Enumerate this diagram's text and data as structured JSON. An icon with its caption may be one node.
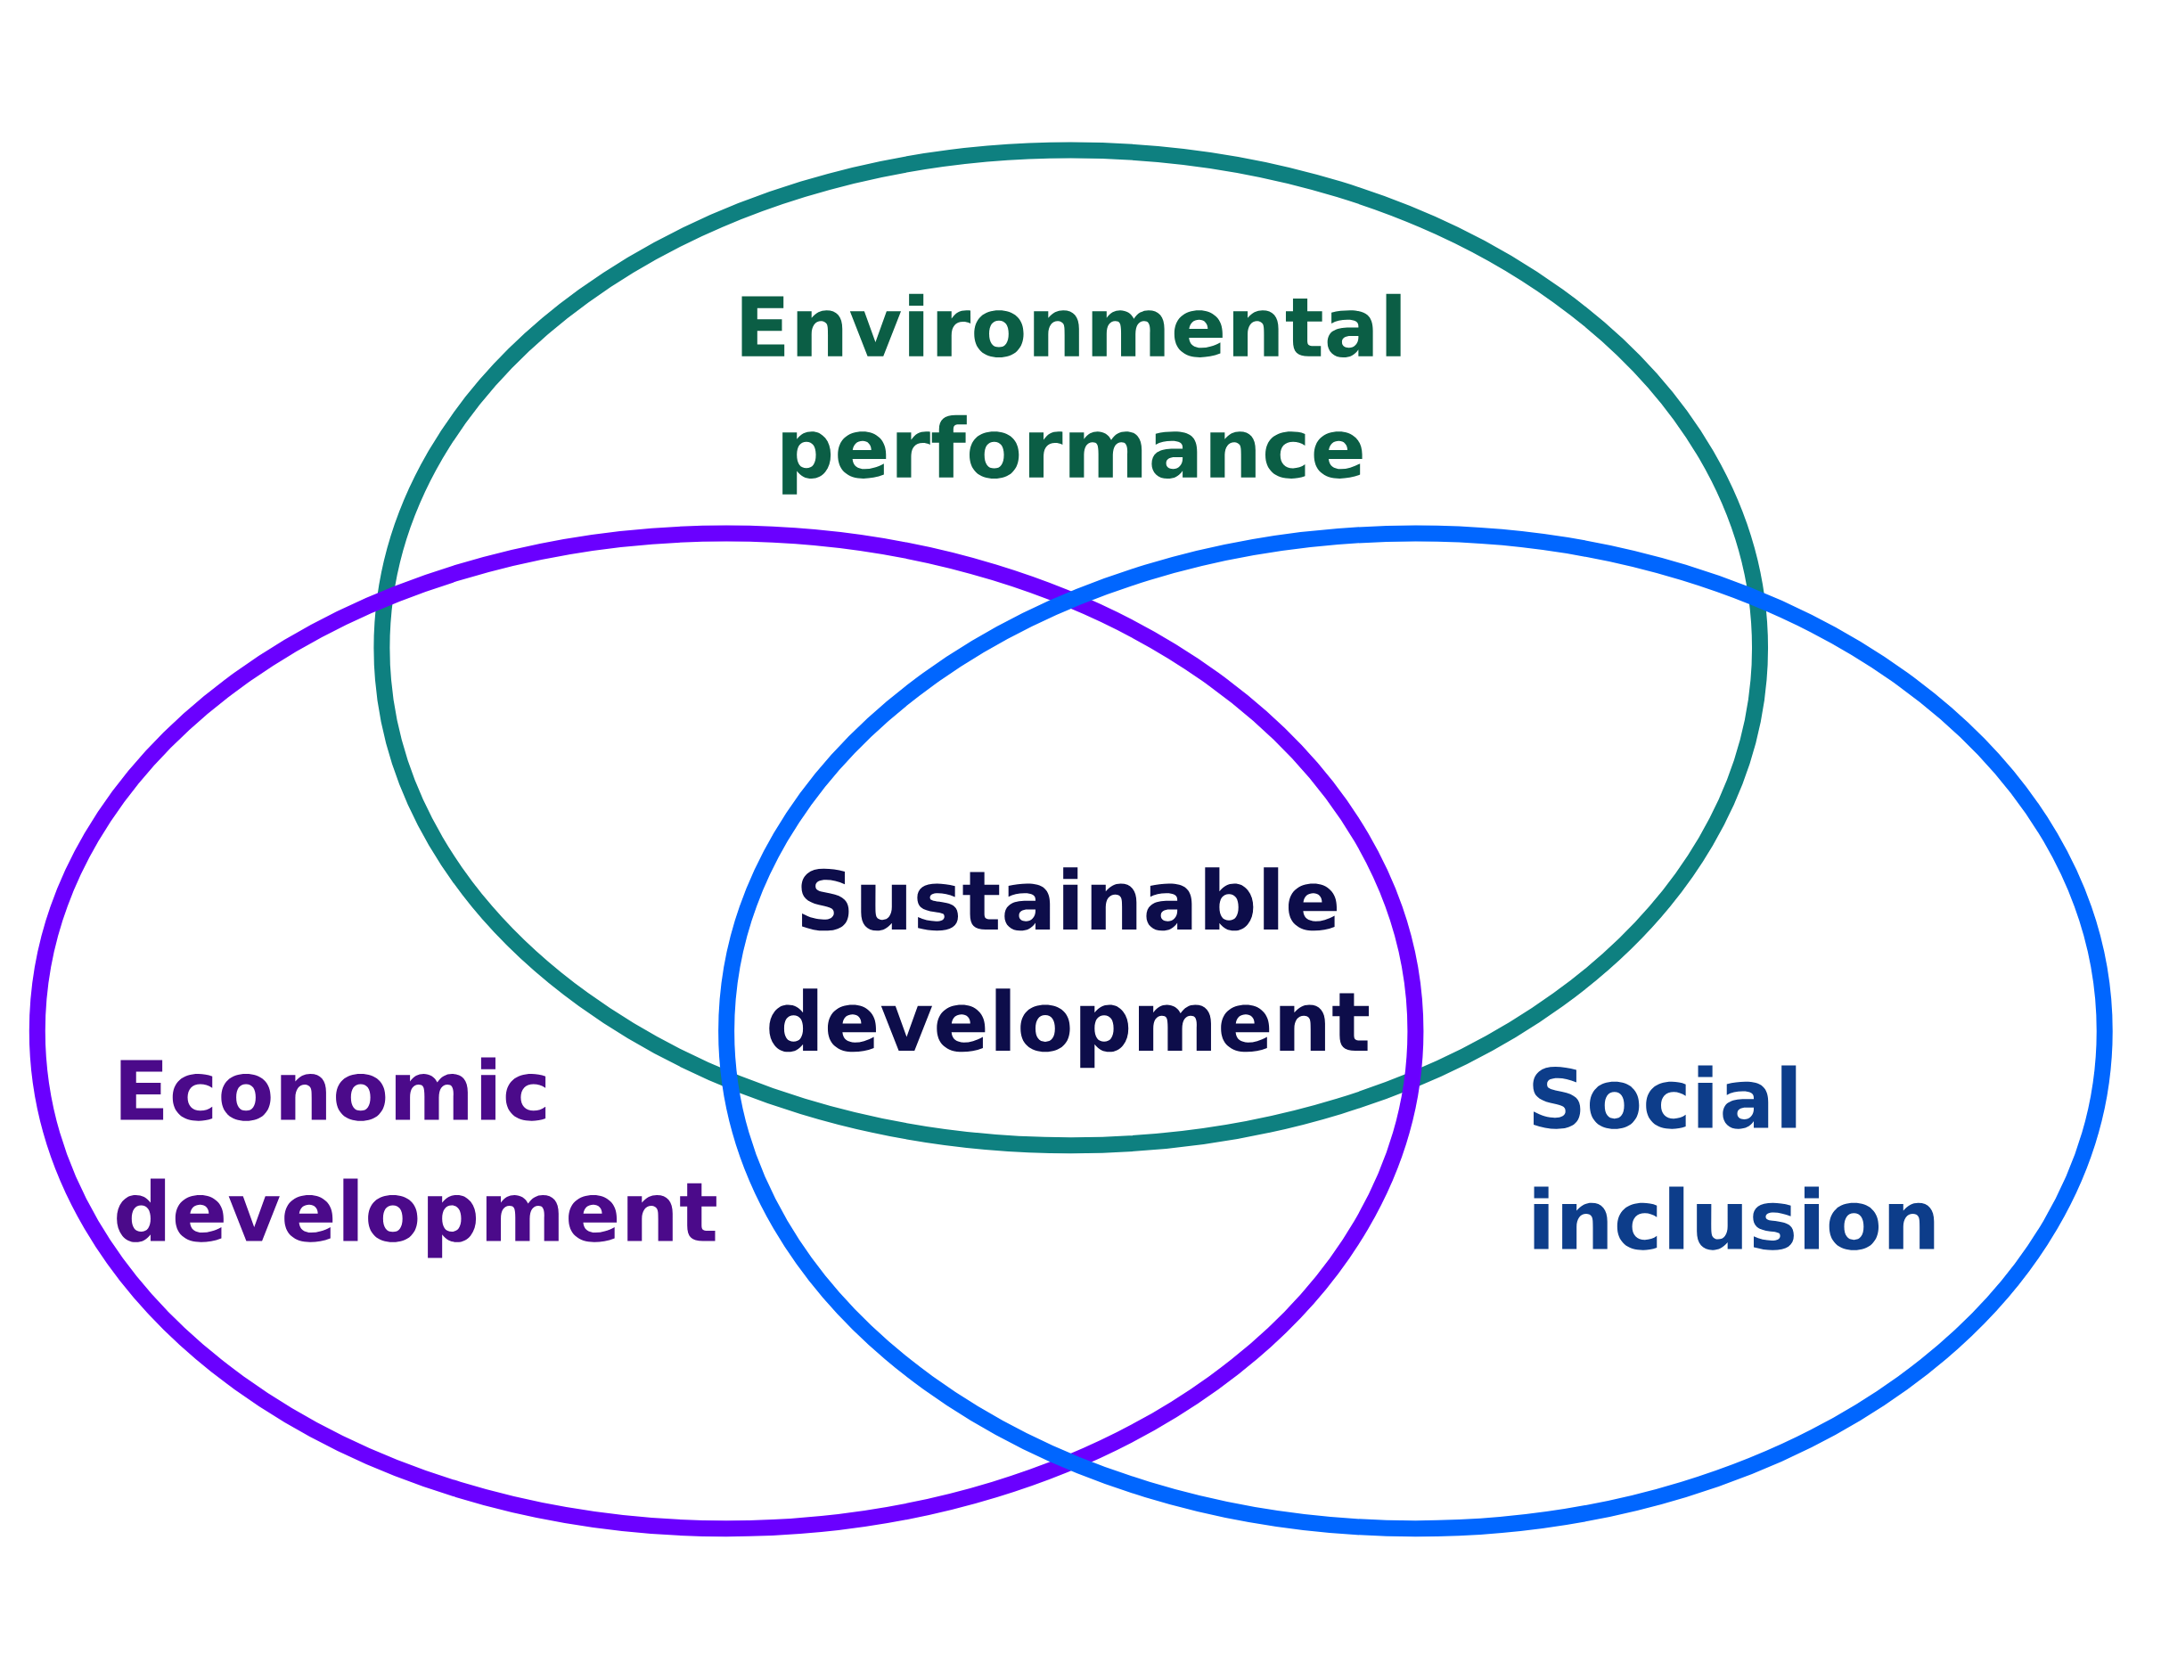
{
  "diagram": {
    "nodes": [
      {
        "text": [
          "Environmental performance"
        ]
      },
      {
        "text": [
          "Economic development"
        ]
      },
      {
        "text": [
          "Social inclusion"
        ]
      }
    ],
    "edges": [],
    "labels": [
      "Sustainable development"
    ]
  }
}
